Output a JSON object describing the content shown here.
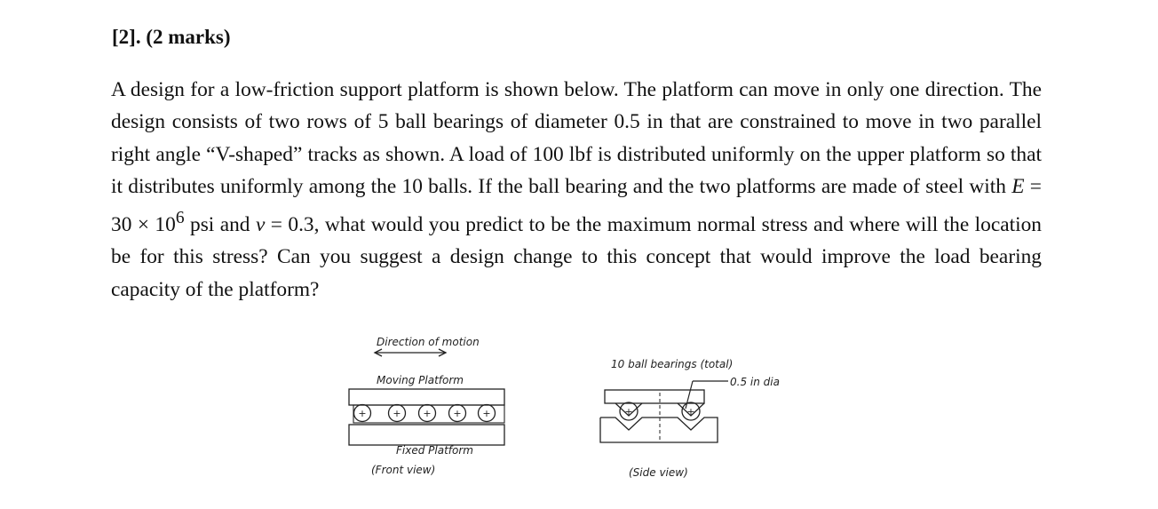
{
  "question": {
    "heading": "[2]. (2 marks)",
    "text_before_E": "A design for a low-friction support platform is shown below. The platform can move in only one direction. The design consists of two rows of 5 ball bearings of diameter 0.5 in that are constrained to move in two parallel right angle “V-shaped” tracks as shown. A load of 100 lbf is distributed uniformly on the upper platform so that it distributes uniformly among the 10 balls. If the ball bearing and the two platforms are made of steel with ",
    "E_symbol": "E",
    "E_value": " = 30 × 10",
    "E_exponent": "6",
    "E_unit": " psi and ",
    "nu_symbol": "ν",
    "nu_value": " = 0.3",
    "text_after_nu": ", what would you predict to be the maximum normal stress and where will the location be for this stress? Can you suggest a design change to this concept that would improve the load bearing capacity of the platform?"
  },
  "figure": {
    "front_view": {
      "direction_label": "Direction of motion",
      "moving_platform_label": "Moving Platform",
      "fixed_platform_label": "Fixed Platform",
      "caption": "(Front view)"
    },
    "side_view": {
      "bearings_label": "10 ball bearings (total)",
      "diameter_label": "0.5 in dia",
      "caption": "(Side view)"
    }
  }
}
